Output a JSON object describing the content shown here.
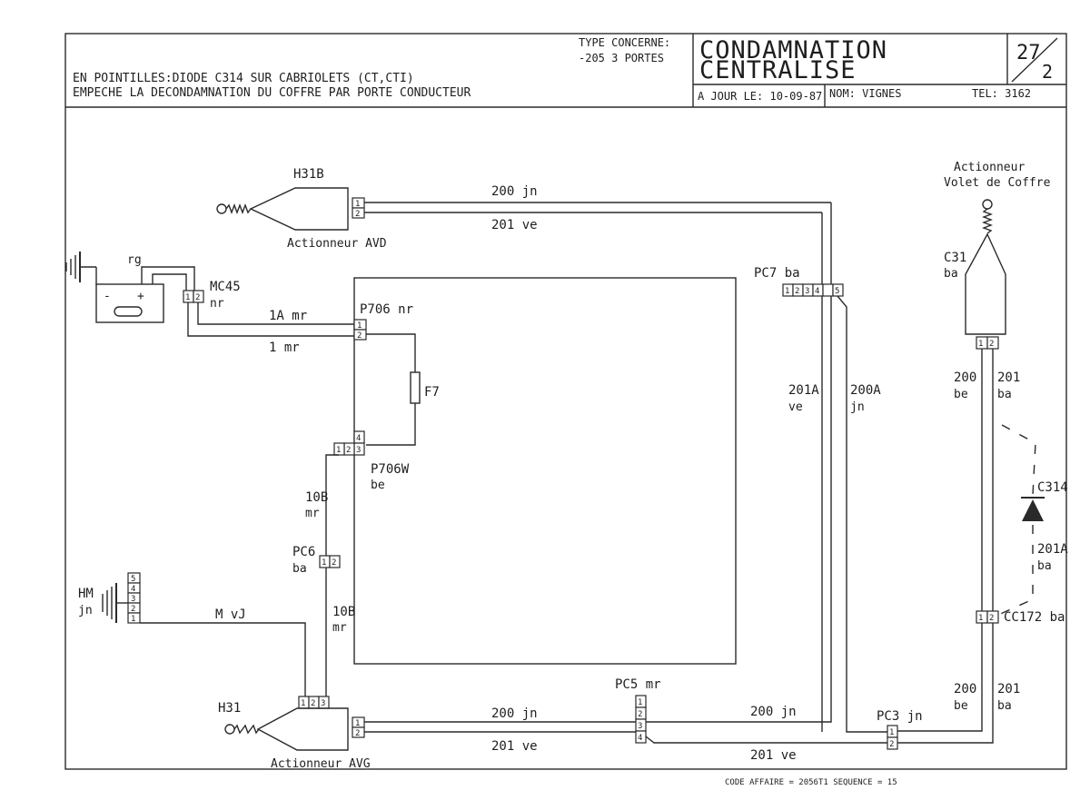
{
  "header": {
    "note_line1": "EN POINTILLES:DIODE C314 SUR CABRIOLETS (CT,CTI)",
    "note_line2": "EMPECHE LA DECONDAMNATION DU COFFRE PAR PORTE CONDUCTEUR",
    "type_label": "TYPE CONCERNE:",
    "type_value": "-205 3 PORTES",
    "title_line1": "CONDAMNATION",
    "title_line2": "CENTRALISE",
    "page_num": "27",
    "page_den": "2",
    "date": "A JOUR LE: 10-09-87",
    "nom": "NOM: VIGNES",
    "tel": "TEL: 3162"
  },
  "labels": {
    "h31b": "H31B",
    "actuator_avd": "Actionneur AVD",
    "h31": "H31",
    "actuator_avg": "Actionneur AVG",
    "trunk_title1": "Actionneur",
    "trunk_title2": "Volet de Coffre",
    "c31": "C31",
    "c31_color": "ba",
    "rg": "rg",
    "mc45": "MC45",
    "mc45_color": "nr",
    "p706": "P706 nr",
    "f7": "F7",
    "p706w": "P706W",
    "p706w_color": "be",
    "pc6": "PC6",
    "pc6_color": "ba",
    "hm": "HM",
    "hm_color": "jn",
    "pc7": "PC7 ba",
    "pc5": "PC5 mr",
    "pc3": "PC3 jn",
    "c314": "C314",
    "cc172": "CC172 ba",
    "footer": "CODE AFFAIRE = 2056T1 SEQUENCE = 15"
  },
  "wires": {
    "w200_top": "200 jn",
    "w201_top": "201 ve",
    "w1a": "1A mr",
    "w1": "1 mr",
    "w10b_a": "10B",
    "w10b_a_c": "mr",
    "w10b_b": "10B",
    "w10b_b_c": "mr",
    "wmvj": "M vJ",
    "w201a_num": "201A",
    "w201a_col": "ve",
    "w200a_num": "200A",
    "w200a_col": "jn",
    "w200_c31_num": "200",
    "w200_c31_col": "be",
    "w201_c31_num": "201",
    "w201_c31_col": "ba",
    "w201a_diode": "201A",
    "w201a_diode_col": "ba",
    "w200_low_num": "200",
    "w200_low_col": "be",
    "w201_low_num": "201",
    "w201_low_col": "ba",
    "w200_bot_left": "200 jn",
    "w201_bot_left": "201 ve",
    "w200_bot_right": "200 jn",
    "w201_bot_right": "201 ve"
  },
  "pins": {
    "n1": "1",
    "n2": "2",
    "n3": "3",
    "n4": "4",
    "n5": "5",
    "minus": "-",
    "plus": "+"
  }
}
